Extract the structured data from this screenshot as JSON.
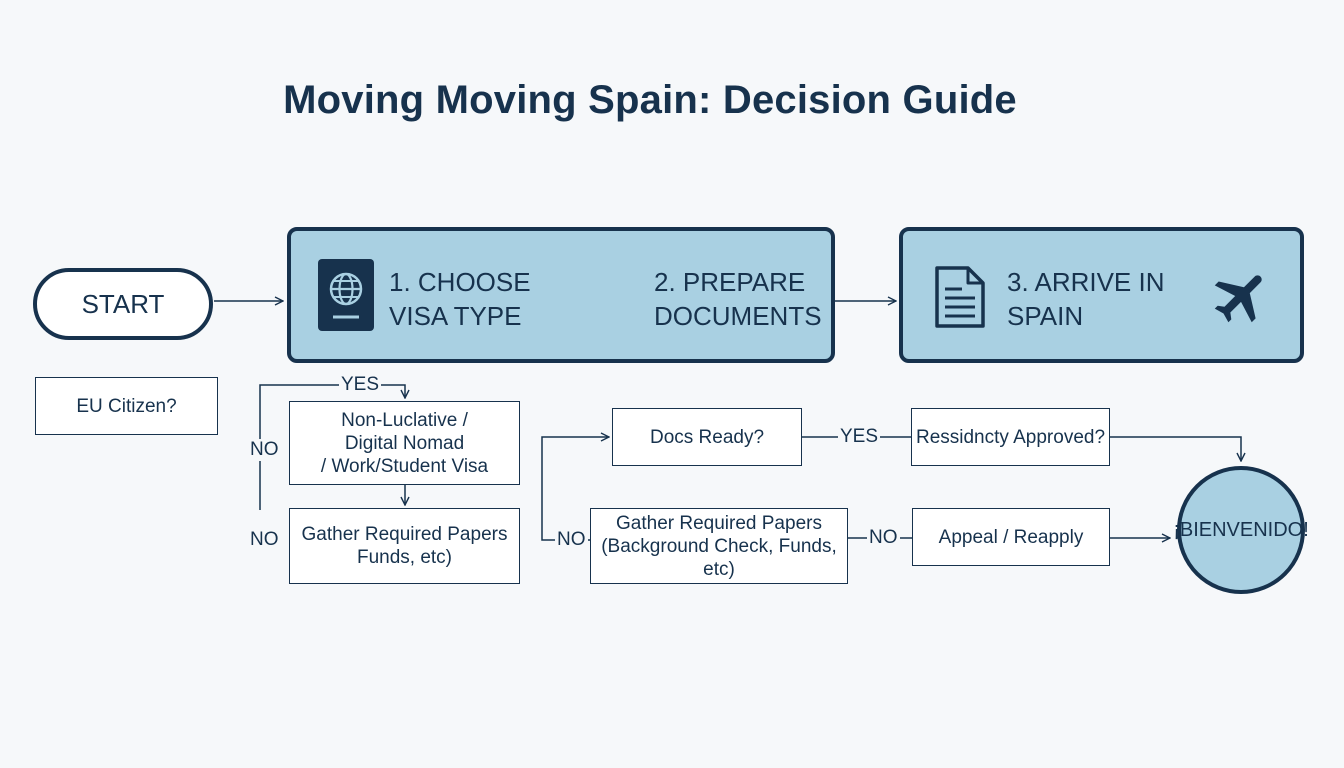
{
  "title": "Moving Moving Spain: Decision Guide",
  "start_label": "START",
  "stages": {
    "choose": "1. CHOOSE\nVISA TYPE",
    "prepare": "2. PREPARE\nDOCUMENTS",
    "arrive": "3. ARRIVE IN\nSPAIN"
  },
  "boxes": {
    "eu_citizen": "EU Citizen?",
    "visa_options": "Non-Luclative /\nDigital Nomad\n/ Work/Student Visa",
    "gather_left": "Gather Required Papers\nFunds, etc)",
    "docs_ready": "Docs Ready?",
    "residency": "Ressidncty Approved?",
    "gather_mid": "Gather Required Papers\n(Background Check, Funds, etc)",
    "appeal": "Appeal / Reapply"
  },
  "labels": {
    "yes_top": "YES",
    "no_left_1": "NO",
    "no_left_2": "NO",
    "yes_mid": "YES",
    "no_mid": "NO",
    "no_appeal": "NO"
  },
  "end_label": "¡BIENVENIDO!",
  "icons": [
    "passport-icon",
    "document-icon",
    "airplane-icon"
  ],
  "colors": {
    "navy": "#17324d",
    "stage_fill": "#a9d0e2",
    "background": "#f6f8fa"
  }
}
